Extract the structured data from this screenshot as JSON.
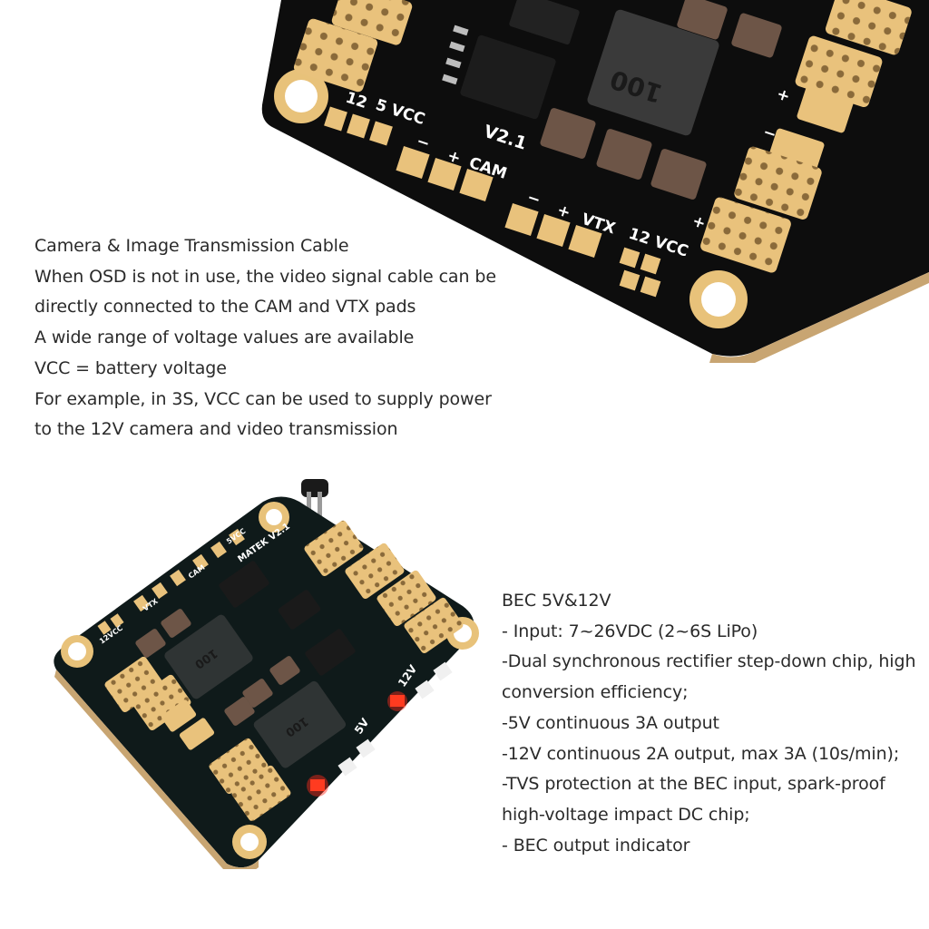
{
  "top_board": {
    "labels": {
      "l12": "12",
      "l5vcc": "5 VCC",
      "version": "V2.1",
      "minus1": "−",
      "plus1": "+",
      "cam": "CAM",
      "minus2": "−",
      "plus2": "+",
      "vtx": "VTX",
      "vcc12": "12 VCC",
      "plus3": "+",
      "plus4": "+",
      "minus3": "−",
      "inductor": "100"
    }
  },
  "block1": {
    "lines": [
      "Camera & Image Transmission Cable",
      "When OSD is not in use, the video signal cable can be",
      "directly connected to the CAM and VTX pads",
      "A wide range of voltage values are available",
      "VCC = battery voltage",
      "For example, in 3S, VCC can be used to supply power",
      "to the 12V camera and video transmission"
    ]
  },
  "bottom_board": {
    "labels": {
      "brand": "MATEK V2.1",
      "inductor1": "100",
      "inductor2": "100",
      "v12": "12V",
      "v5": "5V",
      "cam": "CAM",
      "vtx": "VTX",
      "vcc": "5VCC",
      "vcc12": "12VCC"
    },
    "led_color": "#ff2a1a"
  },
  "block2": {
    "lines": [
      "BEC 5V&12V",
      "- Input: 7~26VDC (2~6S LiPo)",
      "-Dual synchronous rectifier step-down chip, high",
      "conversion efficiency;",
      "-5V continuous 3A output",
      "-12V continuous 2A output, max 3A (10s/min);",
      "-TVS protection at the BEC input, spark-proof",
      "high-voltage impact DC chip;",
      "- BEC output indicator"
    ]
  }
}
